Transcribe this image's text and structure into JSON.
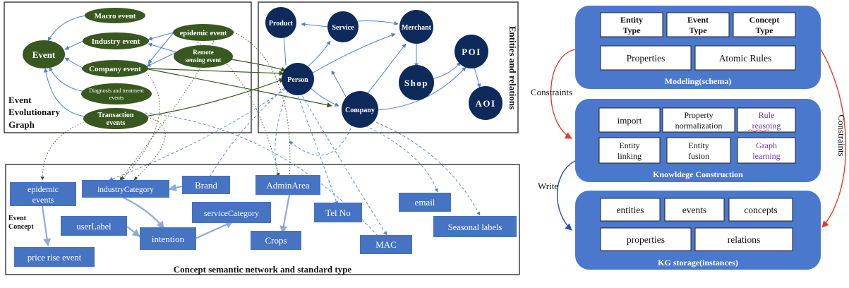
{
  "left_diagram": {
    "event_graph": {
      "label_lines": [
        "Event",
        "Evolutionary",
        "Graph"
      ],
      "nodes": {
        "event": "Event",
        "macro": "Macro event",
        "industry": "Industry event",
        "company": "Company event",
        "epidemic": "epidemic event",
        "remote_l1": "Remote",
        "remote_l2": "sensing event",
        "diagnosis_l1": "Diagnosis and treatment",
        "diagnosis_l2": "events",
        "transaction_l1": "Transaction",
        "transaction_l2": "events"
      }
    },
    "entities": {
      "label": "Entities and relations",
      "nodes": {
        "product": "Product",
        "service": "Service",
        "merchant": "Merchant",
        "person": "Person",
        "shop": "Shop",
        "poi": "POI",
        "aoi": "AOI",
        "company": "Company"
      }
    },
    "concepts": {
      "label": "Concept semantic network and standard type",
      "event_concept_l1": "Event",
      "event_concept_l2": "Concept",
      "nodes": {
        "epidemic_l1": "epidemic",
        "epidemic_l2": "events",
        "industry_category": "industryCategory",
        "brand": "Brand",
        "admin_area": "AdminArea",
        "email": "email",
        "user_label": "userLabel",
        "service_category": "serviceCategory",
        "intention": "intention",
        "tel_no": "Tel No",
        "seasonal": "Seasonal labels",
        "crops": "Crops",
        "mac": "MAC",
        "price_rise": "price rise event"
      }
    }
  },
  "right_diagram": {
    "side_labels": {
      "constraints_left": "Constraints",
      "constraints_right": "Constraints",
      "write": "Write"
    },
    "modeling": {
      "title": "Modeling(schema)",
      "entity_type_l1": "Entity",
      "entity_type_l2": "Type",
      "event_type_l1": "Event",
      "event_type_l2": "Type",
      "concept_type_l1": "Concept",
      "concept_type_l2": "Type",
      "properties": "Properties",
      "atomic_rules": "Atomic Rules"
    },
    "construction": {
      "title": "Knowldege Construction",
      "import": "import",
      "prop_norm_l1": "Property",
      "prop_norm_l2": "normalization",
      "rule_l1": "Rule",
      "rule_l2": "reasoing",
      "linking_l1": "Entity",
      "linking_l2": "linking",
      "fusion_l1": "Entity",
      "fusion_l2": "fusion",
      "graph_l1": "Graph",
      "graph_l2": "learning"
    },
    "storage": {
      "title": "KG storage(instances)",
      "entities": "entities",
      "events": "events",
      "concepts": "concepts",
      "properties": "properties",
      "relations": "relations"
    }
  },
  "colors": {
    "event_green": "#38581f",
    "entity_navy": "#0d2a5a",
    "concept_blue": "#4673c2",
    "panel_blue": "#4a78cc",
    "red_arrow": "#e03c2e",
    "blue_arrow": "#2a4ea8",
    "purple_text": "#6a32a6"
  }
}
